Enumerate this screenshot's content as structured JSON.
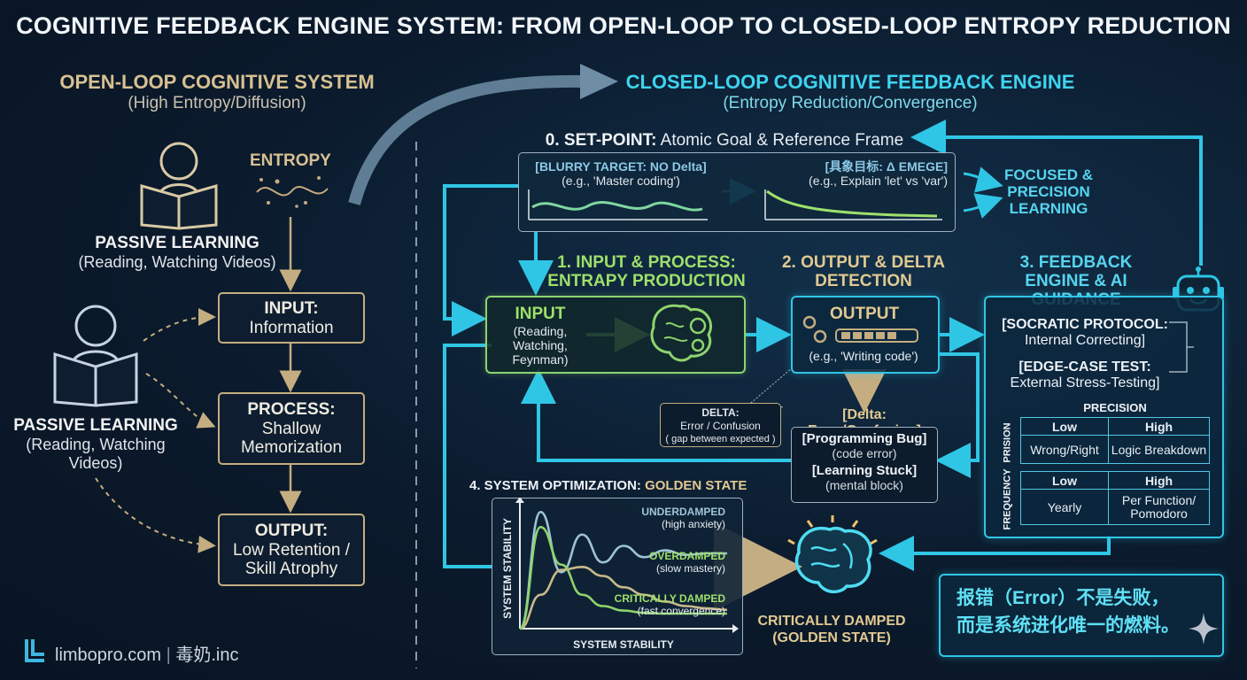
{
  "title": "COGNITIVE FEEDBACK ENGINE SYSTEM: FROM OPEN-LOOP TO CLOSED-LOOP ENTROPY REDUCTION",
  "open_loop": {
    "heading": "OPEN-LOOP COGNITIVE SYSTEM",
    "subheading": "(High Entropy/Diffusion)",
    "entropy_label": "ENTROPY",
    "passive_top": {
      "heading": "PASSIVE LEARNING",
      "detail": "(Reading, Watching Videos)"
    },
    "passive_left": {
      "heading": "PASSIVE LEARNING",
      "detail": "(Reading, Watching Videos)"
    },
    "input_box": {
      "heading": "INPUT:",
      "detail": "Information"
    },
    "process_box": {
      "heading": "PROCESS:",
      "detail": "Shallow Memorization"
    },
    "output_box": {
      "heading": "OUTPUT:",
      "detail": "Low Retention / Skill Atrophy"
    }
  },
  "closed_loop": {
    "heading": "CLOSED-LOOP COGNITIVE FEEDBACK ENGINE",
    "subheading": "(Entropy Reduction/Convergence)",
    "setpoint": {
      "label": "0. SET-POINT:",
      "text": "Atomic Goal & Reference Frame",
      "blurry_title": "[BLURRY TARGET: NO Delta]",
      "blurry_example": "(e.g., 'Master coding')",
      "concrete_title": "[具象目标: Δ EMEGE]",
      "concrete_example": "(e.g., Explain 'let' vs 'var')",
      "focused": "FOCUSED & PRECISION LEARNING"
    },
    "step1": {
      "heading": "1. INPUT & PROCESS: ENTRAPY PRODUCTION",
      "box_title": "INPUT",
      "box_detail": "(Reading, Watching, Feynman)"
    },
    "step2": {
      "heading": "2. OUTPUT & DELTA DETECTION",
      "box_title": "OUTPUT",
      "box_detail": "(e.g., 'Writing code')",
      "delta_title": "DELTA:",
      "delta_text": "Error / Confusion",
      "delta_gap": "( gap between expected )",
      "delta_label": "[Delta: Error/Confusion]",
      "bug_title": "[Programming Bug]",
      "bug_detail": "(code error)",
      "stuck_title": "[Learning Stuck]",
      "stuck_detail": "(mental block)"
    },
    "step3": {
      "heading": "3. FEEDBACK ENGINE & AI GUIDANCE",
      "socratic_title": "[SOCRATIC PROTOCOL:",
      "socratic_detail": "Internal Correcting]",
      "edge_title": "[EDGE-CASE TEST:",
      "edge_detail": "External Stress-Testing]",
      "precision_header": "PRECISION",
      "precision_axis": "PRISION",
      "frequency_axis": "FREQUENCY",
      "precision_rows": [
        [
          "Low",
          "High"
        ],
        [
          "Wrong/Right",
          "Logic Breakdown"
        ]
      ],
      "frequency_rows": [
        [
          "Low",
          "High"
        ],
        [
          "Yearly",
          "Per Function/ Pomodoro"
        ]
      ]
    },
    "step4": {
      "heading": "4. SYSTEM OPTIMIZATION:",
      "heading_golden": "GOLDEN STATE",
      "golden_label": "CRITICALLY DAMPED (GOLDEN STATE)"
    },
    "chinese_note_line1": "报错（Error）不是失败，",
    "chinese_note_line2": "而是系统进化唯一的燃料。"
  },
  "chart_data": {
    "type": "line",
    "title": "",
    "xlabel": "SYSTEM STABILITY",
    "ylabel": "SYSTEM STABILITY",
    "grid": false,
    "legend": "inline labels",
    "x": [
      0,
      1,
      2,
      3,
      4,
      5,
      6,
      7,
      8,
      9,
      10
    ],
    "series": [
      {
        "name": "UNDERDAMPED",
        "note": "(high anxiety)",
        "color": "#9fc3d6",
        "values": [
          0,
          1.55,
          0.75,
          1.25,
          0.88,
          1.1,
          0.95,
          1.04,
          0.98,
          1.0,
          1.0
        ]
      },
      {
        "name": "OVERDAMPED",
        "note": "(slow mastery)",
        "color": "#c9b98a",
        "values": [
          0,
          0.45,
          0.78,
          0.82,
          0.7,
          0.55,
          0.45,
          0.36,
          0.3,
          0.27,
          0.25
        ]
      },
      {
        "name": "CRITICALLY DAMPED",
        "note": "(fast convergence)",
        "color": "#8fd46a",
        "values": [
          0,
          1.35,
          0.85,
          0.45,
          0.3,
          0.24,
          0.21,
          0.2,
          0.2,
          0.2,
          0.2
        ]
      }
    ]
  },
  "footer": {
    "brand": "limbopro.com",
    "separator": "|",
    "org": "毒奶.inc"
  },
  "colors": {
    "cyan": "#2fc6e6",
    "tan": "#c4ad80",
    "green": "#8ed46e",
    "background": "#0b1a2c"
  }
}
